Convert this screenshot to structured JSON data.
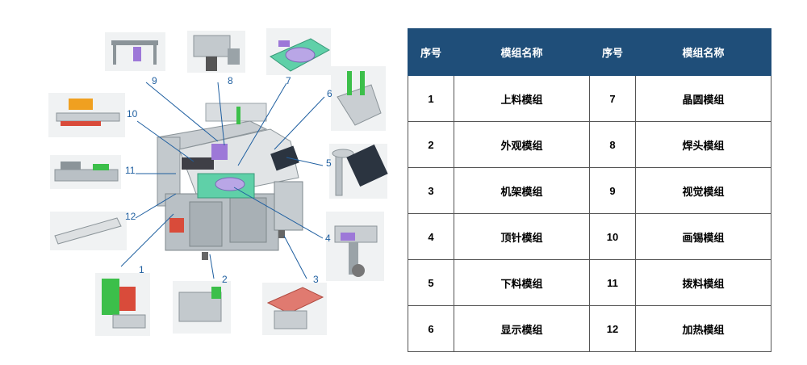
{
  "table": {
    "headers": [
      "序号",
      "模组名称",
      "序号",
      "模组名称"
    ],
    "rows": [
      {
        "n1": "1",
        "name1": "上料模组",
        "n2": "7",
        "name2": "晶圆模组"
      },
      {
        "n1": "2",
        "name1": "外观模组",
        "n2": "8",
        "name2": "焊头模组"
      },
      {
        "n1": "3",
        "name1": "机架模组",
        "n2": "9",
        "name2": "视觉模组"
      },
      {
        "n1": "4",
        "name1": "顶针模组",
        "n2": "10",
        "name2": "画锡模组"
      },
      {
        "n1": "5",
        "name1": "下料模组",
        "n2": "11",
        "name2": "拨料模组"
      },
      {
        "n1": "6",
        "name1": "显示模组",
        "n2": "12",
        "name2": "加热模组"
      }
    ]
  },
  "callouts": [
    "1",
    "2",
    "3",
    "4",
    "5",
    "6",
    "7",
    "8",
    "9",
    "10",
    "11",
    "12"
  ],
  "colors": {
    "header_bg": "#1f4e79",
    "leader_line": "#1f5fa0"
  }
}
